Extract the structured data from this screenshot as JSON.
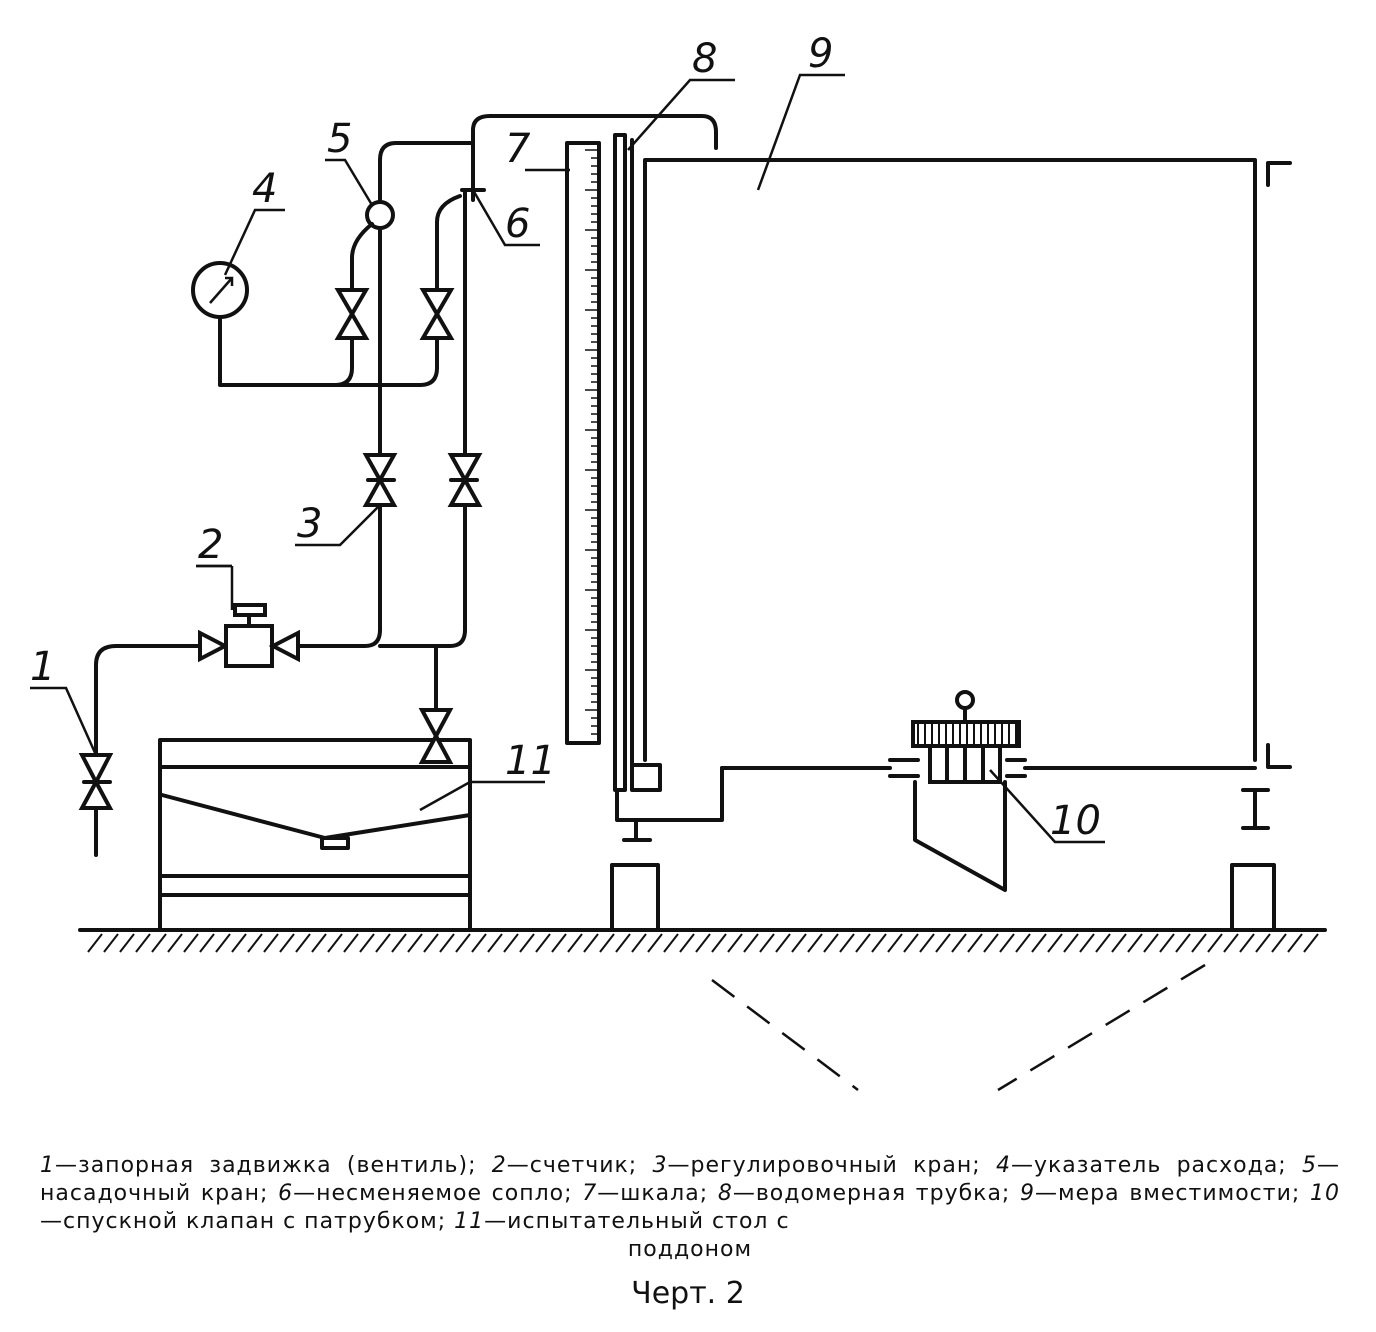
{
  "labels": {
    "l1": "1",
    "l2": "2",
    "l3": "3",
    "l4": "4",
    "l5": "5",
    "l6": "6",
    "l7": "7",
    "l8": "8",
    "l9": "9",
    "l10": "10",
    "l11": "11"
  },
  "legend": {
    "items": [
      {
        "num": "1",
        "text": "—запорная задвижка (вентиль); "
      },
      {
        "num": "2",
        "text": "—счетчик; "
      },
      {
        "num": "3",
        "text": "—регулировочный кран; "
      },
      {
        "num": "4",
        "text": "—указатель расхода; "
      },
      {
        "num": "5",
        "text": "—насадочный кран; "
      },
      {
        "num": "6",
        "text": "—несменяемое сопло; "
      },
      {
        "num": "7",
        "text": "—шкала; "
      },
      {
        "num": "8",
        "text": "—водомерная трубка; "
      },
      {
        "num": "9",
        "text": "—мера вместимости; "
      },
      {
        "num": "10",
        "text": "—спускной клапан с патрубком; "
      },
      {
        "num": "11",
        "text": "—испытательный стол с"
      }
    ],
    "tail": "поддоном"
  },
  "caption": "Черт. 2"
}
